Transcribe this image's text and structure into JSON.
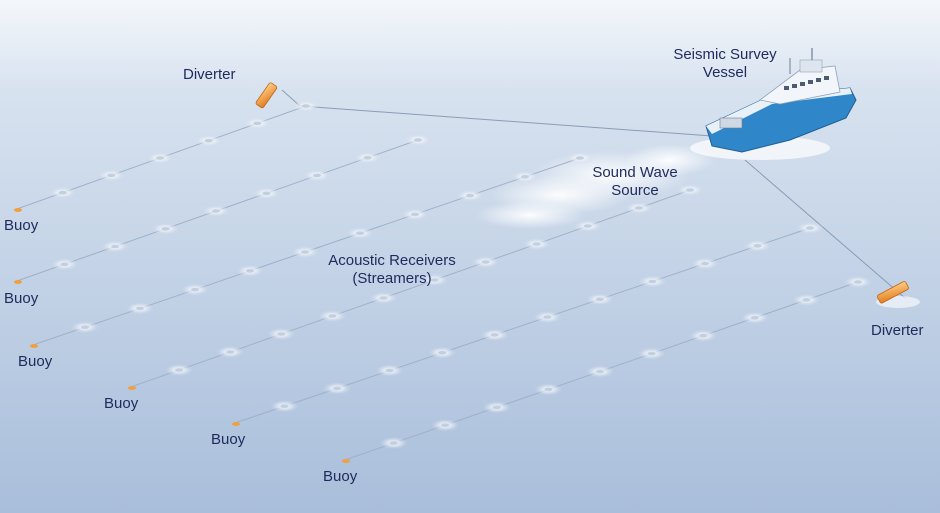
{
  "labels": {
    "diverter_left": "Diverter",
    "vessel_line1": "Seismic Survey",
    "vessel_line2": "Vessel",
    "sound_line1": "Sound Wave",
    "sound_line2": "Source",
    "receivers_line1": "Acoustic Receivers",
    "receivers_line2": "(Streamers)",
    "diverter_right": "Diverter",
    "buoys": [
      "Buoy",
      "Buoy",
      "Buoy",
      "Buoy",
      "Buoy",
      "Buoy"
    ]
  },
  "colors": {
    "sea_top": "#f4f7fb",
    "sea_bottom": "#a9bedb",
    "text": "#1f2a5c",
    "hull": "#2f86c8",
    "diverter": "#f0a040"
  },
  "icons": [
    "ship-icon",
    "diverter-icon",
    "buoy-icon",
    "receiver-node-icon"
  ]
}
